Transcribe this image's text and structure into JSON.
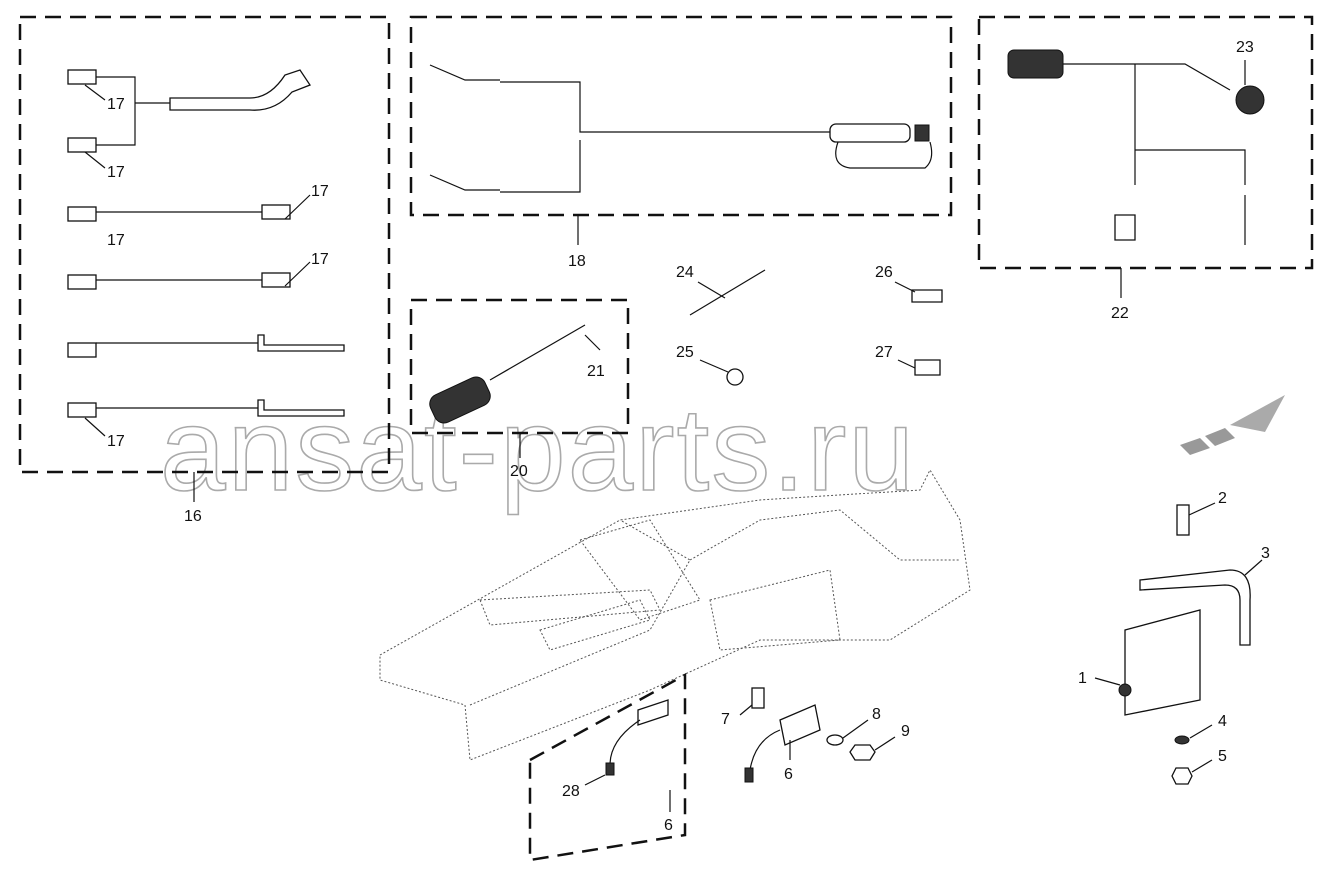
{
  "watermark": "ansat-parts.ru",
  "callouts": {
    "c17a": "17",
    "c17b": "17",
    "c17c": "17",
    "c17d": "17",
    "c17e": "17",
    "c17f": "17",
    "c16": "16",
    "c18": "18",
    "c20": "20",
    "c21": "21",
    "c22": "22",
    "c23": "23",
    "c24": "24",
    "c25": "25",
    "c26": "26",
    "c27": "27",
    "c2": "2",
    "c3": "3",
    "c1": "1",
    "c4": "4",
    "c5": "5",
    "c7": "7",
    "c8": "8",
    "c9": "9",
    "c6a": "6",
    "c28": "28",
    "c6b": "6"
  }
}
